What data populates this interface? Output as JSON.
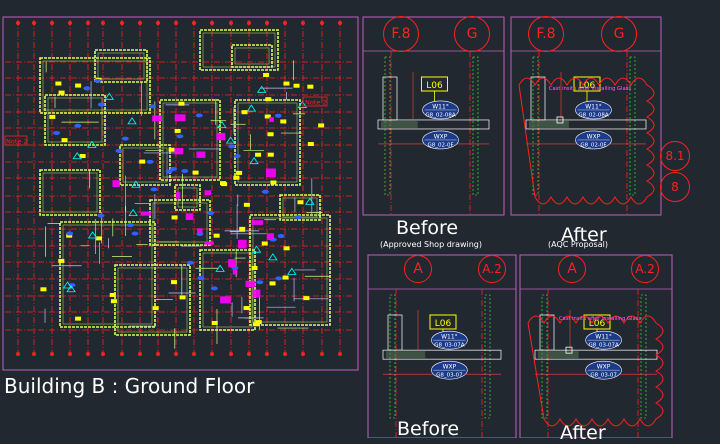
{
  "main": {
    "title": "Building B : Ground Floor"
  },
  "plan": {
    "note_left": "Note 2",
    "note_right": "Note 2"
  },
  "details": [
    {
      "id": "top-before",
      "caption": "Before",
      "subcaption": "(Approved Shop drawing)",
      "grid_left": "F.8",
      "grid_right": "G",
      "level_tag": "L06",
      "tag1_line1": "W11°",
      "tag1_line2": "G8_02-08A",
      "tag2_line1": "WXP",
      "tag2_line2": "G8_02-0F"
    },
    {
      "id": "top-after",
      "caption": "After",
      "subcaption": "(AQC Proposal)",
      "grid_left": "F.8",
      "grid_right": "G",
      "grid_side1": "8.1",
      "grid_side2": "8",
      "level_tag": "L06",
      "note": "Cast insitu after installing Glass",
      "tag1_line1": "W11°",
      "tag1_line2": "G8_02-08A",
      "tag2_line1": "WXP",
      "tag2_line2": "G8_02-0F"
    },
    {
      "id": "bottom-before",
      "caption": "Before",
      "grid_left": "A",
      "grid_right": "A.2",
      "level_tag": "L06",
      "tag1_line1": "W11°",
      "tag1_line2": "G8_03-07A",
      "tag2_line1": "WXP",
      "tag2_line2": "G8_03-07"
    },
    {
      "id": "bottom-after",
      "caption": "After",
      "grid_left": "A",
      "grid_right": "A.2",
      "level_tag": "L06",
      "note": "Cast insitu after installing Glass",
      "tag1_line1": "W11°",
      "tag1_line2": "G8_03-07A",
      "tag2_line1": "WXP",
      "tag2_line2": "G8_03-07"
    }
  ],
  "colors": {
    "background": "#212830",
    "plan_border": "#c060c0",
    "grid_red": "#ff2020",
    "wall_green": "#d8ff60",
    "tag_yellow": "#ffff00",
    "magenta": "#ff00ff",
    "blue": "#3060ff",
    "text_white": "#ffffff"
  }
}
